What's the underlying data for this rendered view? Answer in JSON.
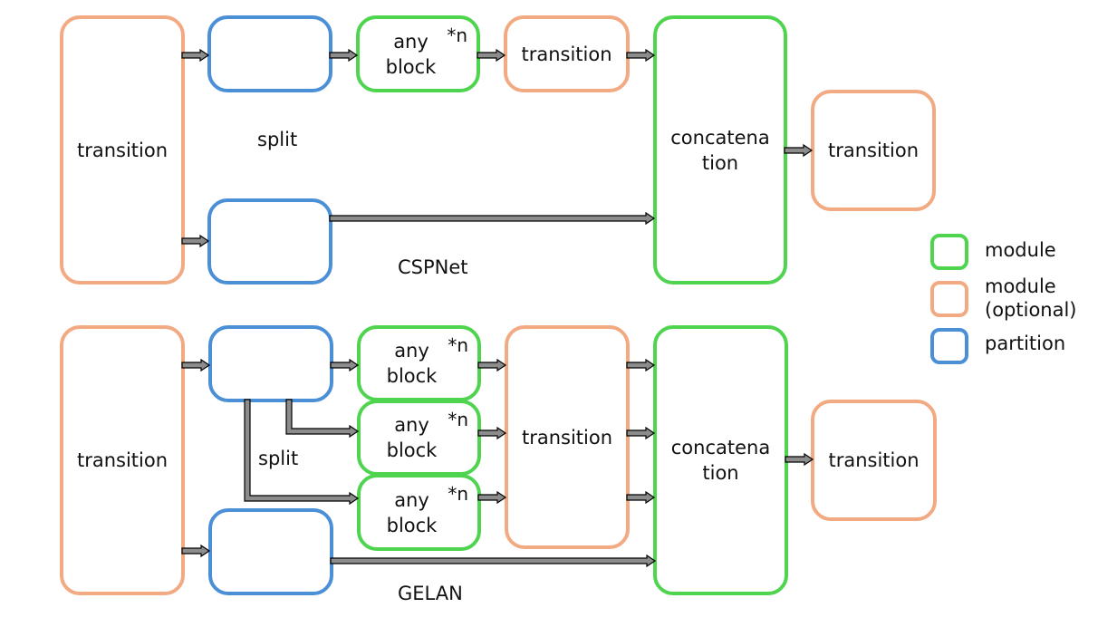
{
  "colors": {
    "module": "#4fd44f",
    "module_optional": "#f2aa83",
    "partition": "#4b8fd6",
    "arrow_fill": "#8c8c8c",
    "arrow_stroke": "#000000"
  },
  "cspnet": {
    "caption": "CSPNet",
    "split_label": "split",
    "input_transition": "transition",
    "block_label": "any\nblock",
    "block_repeat": "*n",
    "inner_transition": "transition",
    "concat_label": "concatena\ntion",
    "output_transition": "transition"
  },
  "gelan": {
    "caption": "GELAN",
    "split_label": "split",
    "input_transition": "transition",
    "blocks": [
      {
        "label": "any\nblock",
        "repeat": "*n"
      },
      {
        "label": "any\nblock",
        "repeat": "*n"
      },
      {
        "label": "any\nblock",
        "repeat": "*n"
      }
    ],
    "inner_transition": "transition",
    "concat_label": "concatena\ntion",
    "output_transition": "transition"
  },
  "legend": [
    {
      "label": "module",
      "color_key": "module"
    },
    {
      "label": "module\n(optional)",
      "color_key": "module_optional"
    },
    {
      "label": "partition",
      "color_key": "partition"
    }
  ]
}
